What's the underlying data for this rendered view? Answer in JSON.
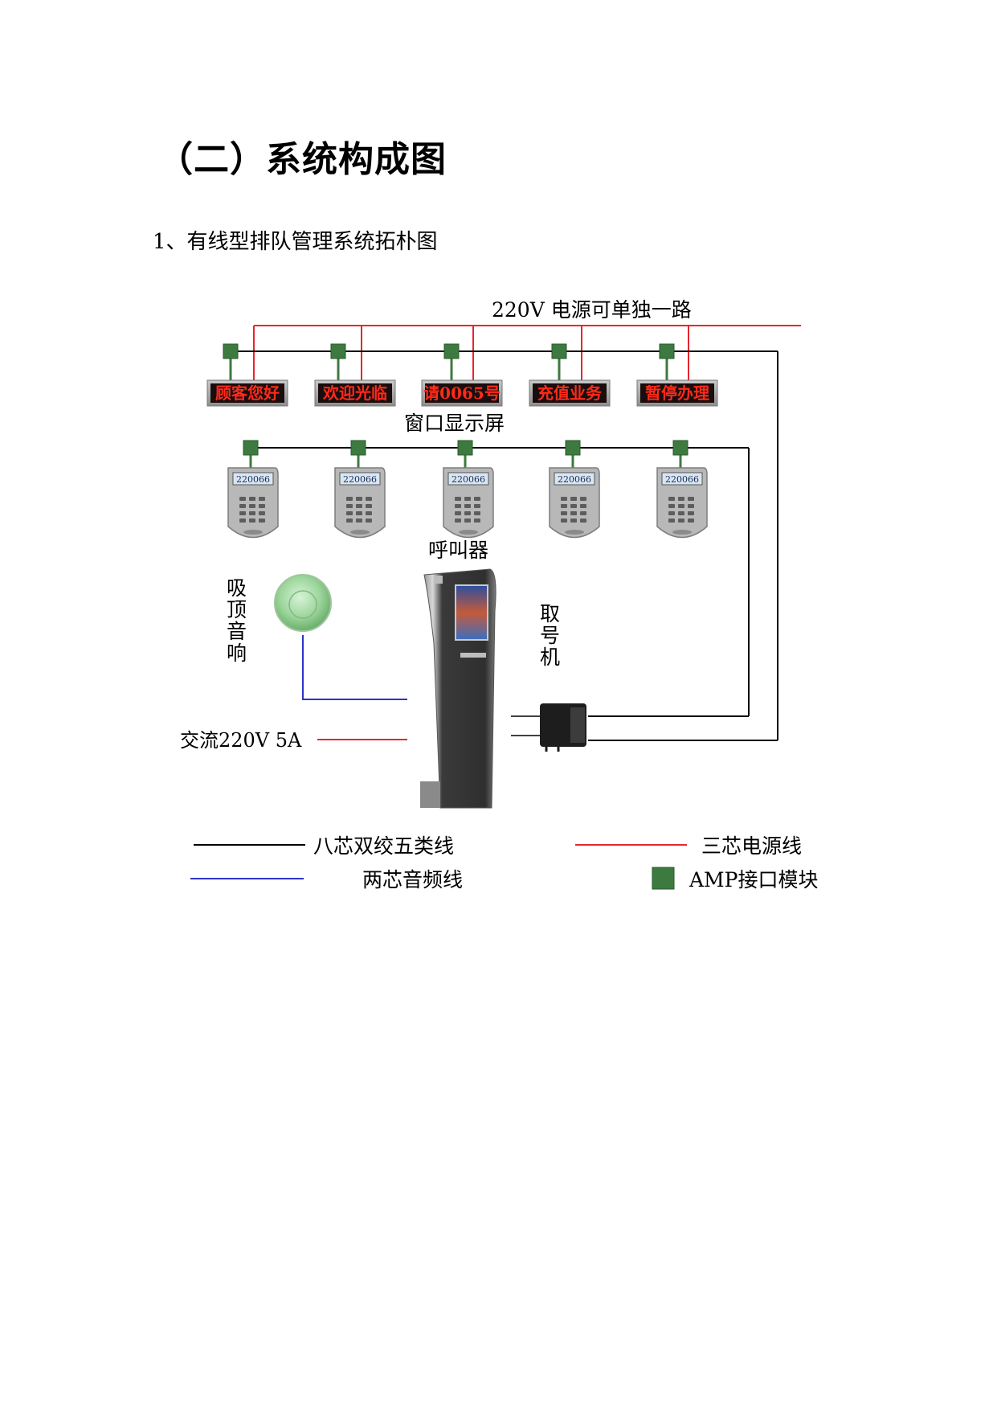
{
  "heading": "（二）系统构成图",
  "subheading": "1、有线型排队管理系统拓朴图",
  "diagram": {
    "power_label": "220V 电源可单独一路",
    "window_displays": [
      "顾客您好",
      "欢迎光临",
      "请0065号",
      "充值业务",
      "暂停办理"
    ],
    "window_displays_label": "窗口显示屏",
    "caller_screen_text": "220066",
    "callers_label": "呼叫器",
    "speaker_label": "吸顶音响",
    "kiosk_label": "取号机",
    "ac_label": "交流220V 5A",
    "legend": {
      "cat5": "八芯双绞五类线",
      "power_cable": "三芯电源线",
      "audio_cable": "两芯音频线",
      "amp_module": "AMP接口模块"
    },
    "colors": {
      "cat5": "#000000",
      "power": "#e8262d",
      "audio": "#2b34c9",
      "amp": "#3d7a3f",
      "led_bg": "#1a0d0d",
      "led_text": "#ff2a1a"
    }
  }
}
